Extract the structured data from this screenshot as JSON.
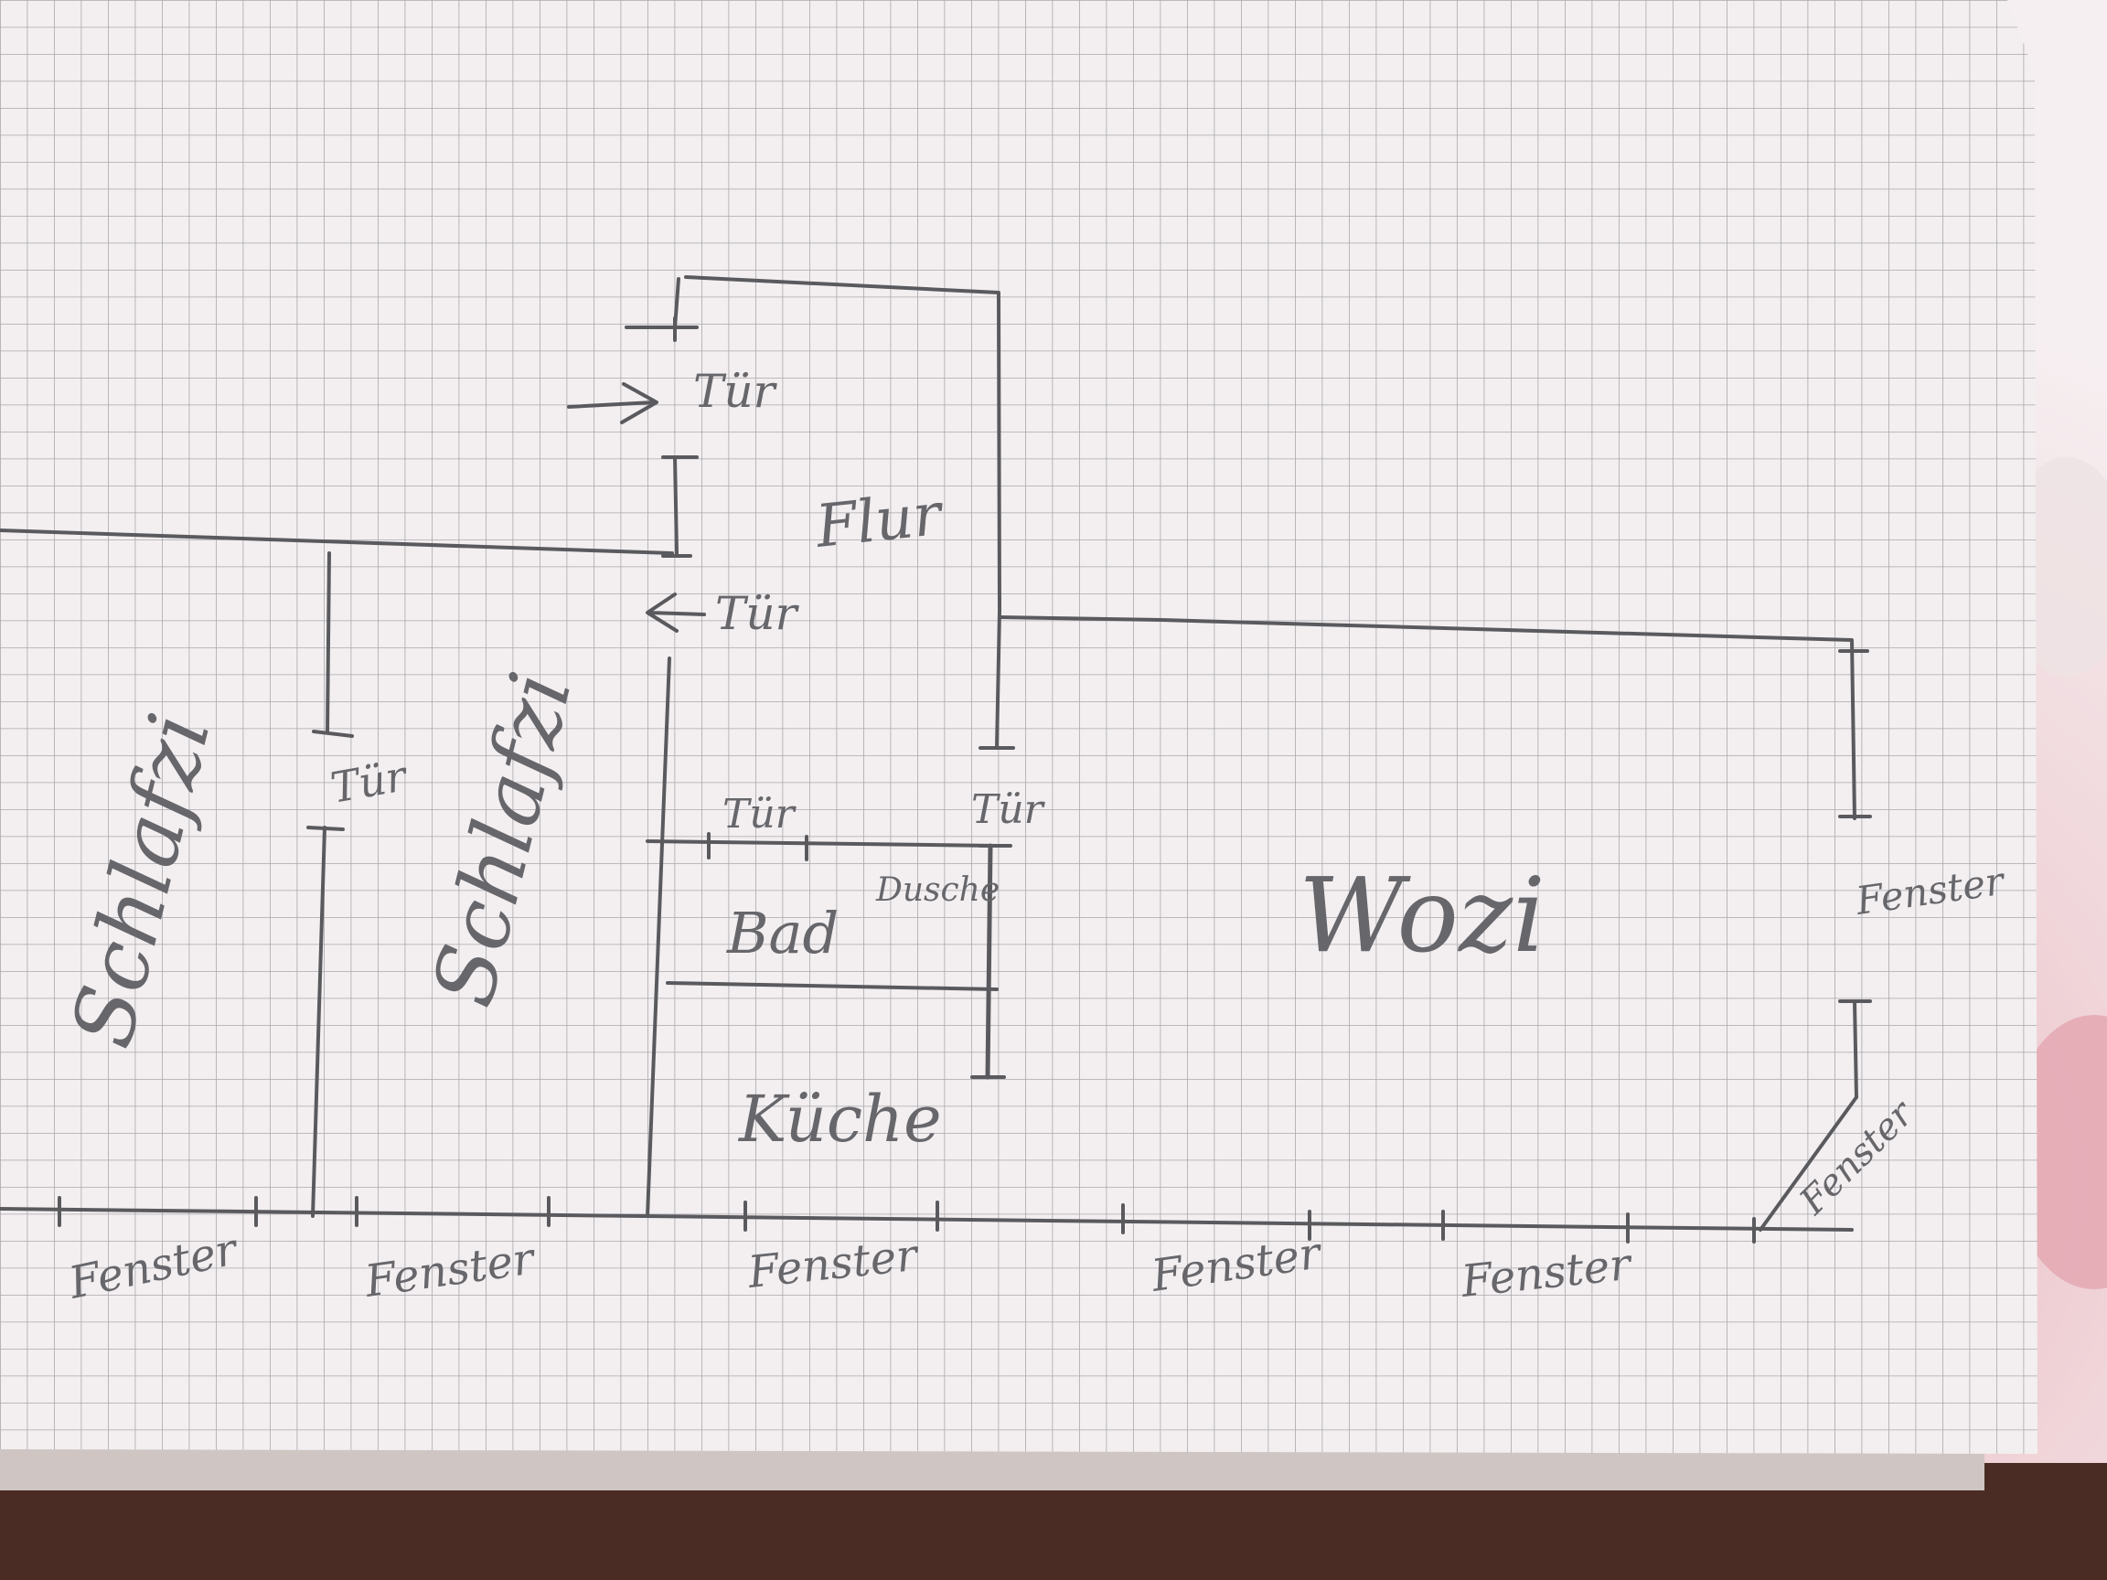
{
  "rooms": {
    "bedroom_left": "Schlafzi",
    "bedroom_middle": "Schlafzi",
    "hallway": "Flur",
    "bathroom": "Bad",
    "shower": "Dusche",
    "kitchen": "Küche",
    "living_room": "Wozi"
  },
  "doors": {
    "door_hall_top": "Tür",
    "door_hall_bottom": "Tür",
    "door_bedroom_left": "Tür",
    "door_bath": "Tür",
    "door_living": "Tür"
  },
  "windows": {
    "window_1": "Fenster",
    "window_2": "Fenster",
    "window_3": "Fenster",
    "window_4": "Fenster",
    "window_5": "Fenster",
    "window_6": "Fenster",
    "window_right": "Fenster"
  },
  "colors": {
    "paper": "#f3eff0",
    "grid": "#a9a7ad",
    "pencil": "#5a5a5e",
    "background_bottom": "#4a2c25",
    "flower_pink": "#e8b7bd"
  }
}
